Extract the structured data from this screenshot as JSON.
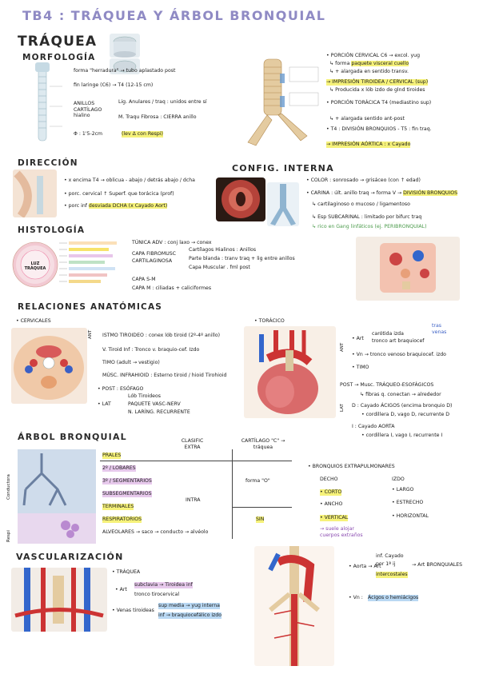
{
  "title": "TB4 : TRÁQUEA Y ÁRBOL BRONQUIAL",
  "traquea": {
    "heading": "TRÁQUEA",
    "morfologia": "MORFOLOGÍA",
    "m1": "forma \"herradura\" → tubo aplastado post",
    "m2": "fin laringe (C6) → T4 (12-15 cm)",
    "m3a": "ANILLOS CARTÍLAGO hialino",
    "m3b": "Lig. Anulares / traq : unidos entre sí",
    "m3c": "M. Traqu Fibrosa : CIERRA anillo",
    "m4a": "Φ : 1'5-2cm",
    "m4b": "(lev Δ con Respi)",
    "r1a": "• PORCIÓN CERVICAL",
    "r1b": "C6 → excol. yug",
    "r2a": "↳ forma",
    "r2b": "paquete visceral cuello",
    "r3": "↳ + alargada en sentido transv.",
    "r4": "→ IMPRESIÓN TIROIDEA / CERVICAL (sup)",
    "r5": "↳ Producida x lób izdo de glnd tiroides",
    "r6": "• PORCIÓN TORÁCICA T4 (mediastino sup)",
    "r7": "↳ + alargada sentido ant-post",
    "r8": "• T4 : DIVISIÓN BRONQUIOS - T5 : fin traq.",
    "r9": "→ IMPRESIÓN AÓRTICA : x Cayado"
  },
  "direccion": {
    "heading": "DIRECCIÓN",
    "d1": "• x encima T4 → oblicua - abajo / detrás abajo / dcha",
    "d2": "• porc. cervical ↑ Superf. que torácica (prof)",
    "d3a": "• porc inf",
    "d3b": "desviada DCHA (x Cayado Aort)"
  },
  "config": {
    "heading": "CONFIG. INTERNA",
    "c1": "• COLOR : sonrosado → grisáceo (con ↑ edad)",
    "c2a": "• CARINA : últ. anillo traq → forma V → ",
    "c2b": "DIVISIÓN BRONQUIOS",
    "c3": "↳ cartilaginoso o mucoso / ligamentoso",
    "c4": "↳ Esp SUBCARINAL : limitado por bifurc traq",
    "c5": "↳ rico en Gang linfáticos (ej. PERIBRONQUIAL)"
  },
  "histologia": {
    "heading": "HISTOLOGÍA",
    "h1": "TÚNICA ADV : conj laxo → conex",
    "h2a": "CAPA FIBROMUSC",
    "h2b": "CARTILAGINOSA",
    "h3a": "Cartílagos Hialinos : Anillos",
    "h3b": "Parte blanda : tranv traq + lig entre anillos",
    "h3c": "Capa Muscular . fml post",
    "h4": "CAPA S-M",
    "h5": "CAPA M : ciliadas + caliciformes",
    "center": "LUZ TRÁQUEA"
  },
  "relaciones": {
    "heading": "RELACIONES ANATÓMICAS",
    "cervicales": "• CERVICALES",
    "ant": "ANT",
    "a1": "ISTMO TIROIDEO : conex lób tiroid (2º-4º anillo)",
    "a2": "V. Tiroid Inf : Tronco v. braquio-cef. Izdo",
    "a3": "TIMO (adult → vestigio)",
    "a4a": "MÚSC. INFRAHIOID : Esterno",
    "a4b": "tiroid / hioid Tirohioid",
    "post": "• POST : ESÓFAGO",
    "lat": "• LAT",
    "l1": "Lób Tiroideos",
    "l2": "PAQUETE VASC-NERV",
    "l3": "N. LARÍNG. RECURRENTE",
    "toracico": "• TORÁCICO",
    "ant2": "ANT",
    "t1a": "• Art",
    "t1b": "carótida izda",
    "t1c": "tronco art braquiocef",
    "t1d": "tras venas",
    "t2": "• Vn → tronco venoso braquiocef. izdo",
    "t3": "• TIMO",
    "p1": "POST → Musc. TRÁQUEO-ESOFÁGICOS",
    "p2": "↳ fibras q. conectan → alrededor",
    "lat2": "LAT",
    "q1": "D : Cayado ÁCIGOS (encima bronquio D)",
    "q2": "• cordillera D, vago D, recurrente D",
    "q3": "I : Cayado AORTA",
    "q4": "• cordillera I, vago I, recurrente I"
  },
  "arbol": {
    "heading": "ÁRBOL BRONQUIAL",
    "col1": "CLASIFIC EXTRA",
    "col2": "CARTÍLAGO \"C\" → tráquea",
    "rows": [
      "PRALES",
      "2º / LOBARES",
      "3º / SEGMENTARIOS",
      "SUBSEGMENTARIOS",
      "TERMINALES",
      "RESPIRATORIOS",
      "ALVEOLARES → saco → conducto → alvéolo"
    ],
    "intra": "INTRA",
    "forma": "forma \"O\"",
    "sin": "SIN",
    "side1": "Conductora",
    "side2": "Respi",
    "b0": "• BRONQUIOS EXTRAPULMONARES",
    "bh1": "DECHO",
    "bh2": "IZDO",
    "br": [
      [
        "• CORTO",
        "• LARGO"
      ],
      [
        "• ANCHO",
        "• ESTRECHO"
      ],
      [
        "• VERTICAL",
        "• HORIZONTAL"
      ]
    ],
    "b4": "→ suele alojar cuerpos extraños"
  },
  "vasc": {
    "heading": "VASCULARIZACIÓN",
    "v0": "• TRÁQUEA",
    "v1a": "• Art",
    "v1b": "subclavia → Tiroidea inf",
    "v1c": "tronco tirocervical",
    "v2a": "• Venas tiroideas",
    "v2b": "sup media → yug interna",
    "v2c": "inf → braquiocefálico izdo",
    "w1a": "• Aorta → Art",
    "w1b": "inf. Cayado",
    "w1c": "por 1ª ij",
    "w1d": "intercostales",
    "w1e": "→ Art BRONQUIALES",
    "w2a": "• Vn :",
    "w2b": "Ácigos o hemiácigos"
  }
}
